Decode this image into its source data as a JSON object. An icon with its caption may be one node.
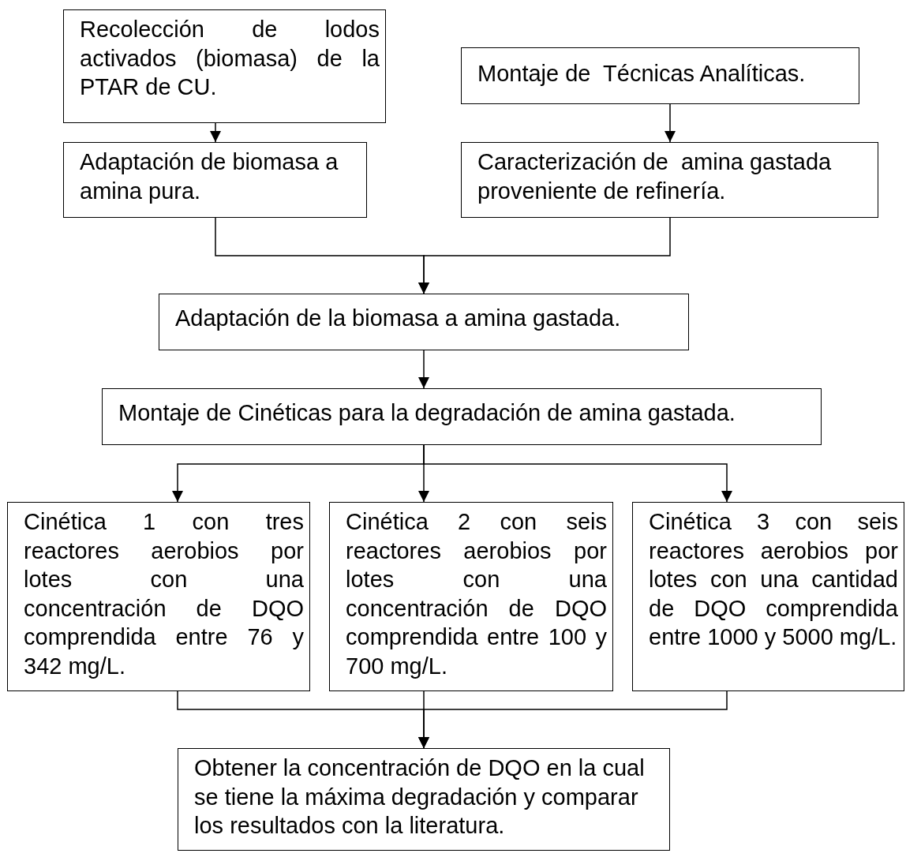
{
  "diagram": {
    "nodes": [
      {
        "text": [
          "Recolección de lodos activados (biomasa) de la PTAR de CU."
        ]
      },
      {
        "text": [
          "Montaje de  Técnicas Analíticas."
        ]
      },
      {
        "text": [
          "Adaptación de biomasa a amina pura."
        ]
      },
      {
        "text": [
          "Caracterización de  amina gastada proveniente de refinería."
        ]
      },
      {
        "text": [
          "Adaptación de la biomasa a amina gastada."
        ]
      },
      {
        "text": [
          "Montaje de Cinéticas para la degradación de amina gastada."
        ]
      },
      {
        "text": [
          "Cinética 1 con tres reactores aerobios por lotes con una concentración de DQO comprendida entre 76 y 342 mg/L."
        ]
      },
      {
        "text": [
          "Cinética 2 con seis reactores aerobios por lotes con una concentración de DQO comprendida entre 100 y 700 mg/L."
        ]
      },
      {
        "text": [
          "Cinética 3 con seis reactores aerobios por lotes con una cantidad de DQO comprendida entre 1000 y 5000 mg/L."
        ]
      },
      {
        "text": [
          "Obtener la concentración de DQO en la cual se tiene la máxima degradación y comparar los resultados con la literatura."
        ]
      }
    ],
    "edges": [
      {
        "from": 0,
        "to": 2,
        "arrow": "to"
      },
      {
        "from": 1,
        "to": 3,
        "arrow": "to"
      },
      {
        "from": 2,
        "to": 4,
        "arrow": "to"
      },
      {
        "from": 3,
        "to": 4,
        "arrow": "to"
      },
      {
        "from": 4,
        "to": 5,
        "arrow": "to"
      },
      {
        "from": 5,
        "to": 6,
        "arrow": "to"
      },
      {
        "from": 5,
        "to": 7,
        "arrow": "to"
      },
      {
        "from": 5,
        "to": 8,
        "arrow": "to"
      },
      {
        "from": 6,
        "to": 9,
        "arrow": "to"
      },
      {
        "from": 7,
        "to": 9,
        "arrow": "to"
      },
      {
        "from": 8,
        "to": 9,
        "arrow": "to"
      }
    ]
  }
}
